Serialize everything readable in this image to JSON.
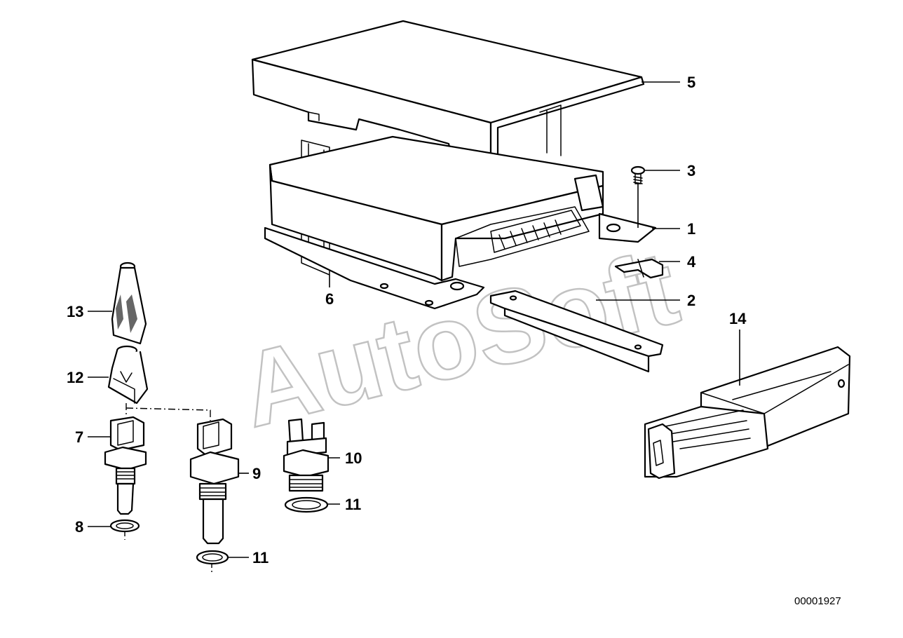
{
  "watermark": "AutoSoft",
  "document_number": "00001927",
  "callouts": {
    "c1": "1",
    "c2": "2",
    "c3": "3",
    "c4": "4",
    "c5": "5",
    "c6": "6",
    "c7": "7",
    "c8": "8",
    "c9": "9",
    "c10": "10",
    "c11a": "11",
    "c11b": "11",
    "c12": "12",
    "c13": "13",
    "c14": "14"
  }
}
